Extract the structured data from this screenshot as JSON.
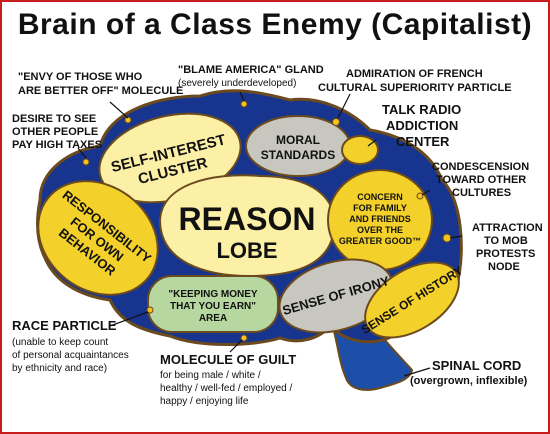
{
  "title": "Brain of a Class Enemy (Capitalist)",
  "lobes": {
    "reason_1": "REASON",
    "reason_2": "LOBE",
    "self_interest_1": "SELF-INTEREST",
    "self_interest_2": "CLUSTER",
    "moral_1": "MORAL",
    "moral_2": "STANDARDS",
    "responsibility_1": "RESPONSIBILITY",
    "responsibility_2": "FOR OWN",
    "responsibility_3": "BEHAVIOR",
    "concern_1": "CONCERN",
    "concern_2": "FOR FAMILY",
    "concern_3": "AND FRIENDS",
    "concern_4": "OVER THE",
    "concern_5": "GREATER GOOD™",
    "keeping_1": "\"KEEPING MONEY",
    "keeping_2": "THAT YOU EARN\"",
    "keeping_3": "AREA",
    "irony": "SENSE OF IRONY",
    "history": "SENSE OF HISTORY"
  },
  "annotations": {
    "envy_1": "\"ENVY OF THOSE WHO",
    "envy_2": "ARE BETTER OFF\" MOLECULE",
    "blame_1": "\"BLAME AMERICA\" GLAND",
    "blame_2": "(severely underdeveloped)",
    "admiration_1": "ADMIRATION OF FRENCH",
    "admiration_2": "CULTURAL SUPERIORITY PARTICLE",
    "talk_1": "TALK RADIO",
    "talk_2": "ADDICTION",
    "talk_3": "CENTER",
    "desire_1": "DESIRE TO SEE",
    "desire_2": "OTHER PEOPLE",
    "desire_3": "PAY HIGH TAXES",
    "condescension_1": "CONDESCENSION",
    "condescension_2": "TOWARD OTHER",
    "condescension_3": "CULTURES",
    "attraction_1": "ATTRACTION",
    "attraction_2": "TO MOB",
    "attraction_3": "PROTESTS",
    "attraction_4": "NODE",
    "race_1": "RACE PARTICLE",
    "race_2": "(unable to keep count",
    "race_3": "of personal acquaintances",
    "race_4": "by ethnicity and race)",
    "guilt_1": "MOLECULE OF GUILT",
    "guilt_2": "for being male / white /",
    "guilt_3": "healthy / well-fed / employed /",
    "guilt_4": "happy / enjoying life",
    "spinal_1": "SPINAL CORD",
    "spinal_2": "(overgrown, inflexible)"
  },
  "colors": {
    "border": "#c81d1d",
    "brain_fill": "#17358e",
    "brain_outline": "#6b4a1e",
    "yellow": "#f3d12a",
    "pale_yellow": "#fbf0a6",
    "cream": "#fbf2cc",
    "gray": "#c7c7c0",
    "green": "#b7d7a0",
    "spinal": "#1d4ea8",
    "particle": "#f7c21c"
  }
}
